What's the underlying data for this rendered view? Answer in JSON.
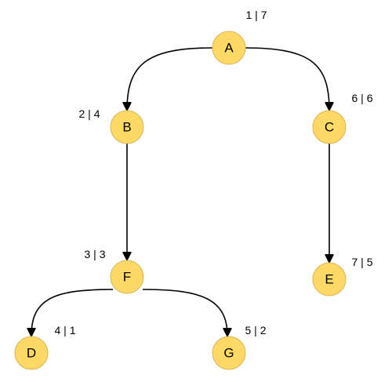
{
  "nodes": [
    {
      "id": "A",
      "label": "A",
      "order": "1 | 7"
    },
    {
      "id": "B",
      "label": "B",
      "order": "2 | 4"
    },
    {
      "id": "C",
      "label": "C",
      "order": "6 | 6"
    },
    {
      "id": "F",
      "label": "F",
      "order": "3 | 3"
    },
    {
      "id": "E",
      "label": "E",
      "order": "7 | 5"
    },
    {
      "id": "D",
      "label": "D",
      "order": "4 | 1"
    },
    {
      "id": "G",
      "label": "G",
      "order": "5 | 2"
    }
  ],
  "edges": [
    {
      "from": "A",
      "to": "B"
    },
    {
      "from": "A",
      "to": "C"
    },
    {
      "from": "B",
      "to": "F"
    },
    {
      "from": "C",
      "to": "E"
    },
    {
      "from": "F",
      "to": "D"
    },
    {
      "from": "F",
      "to": "G"
    }
  ],
  "colors": {
    "node_fill": "#FFD966",
    "node_stroke": "#D6B656",
    "edge": "#000000"
  }
}
